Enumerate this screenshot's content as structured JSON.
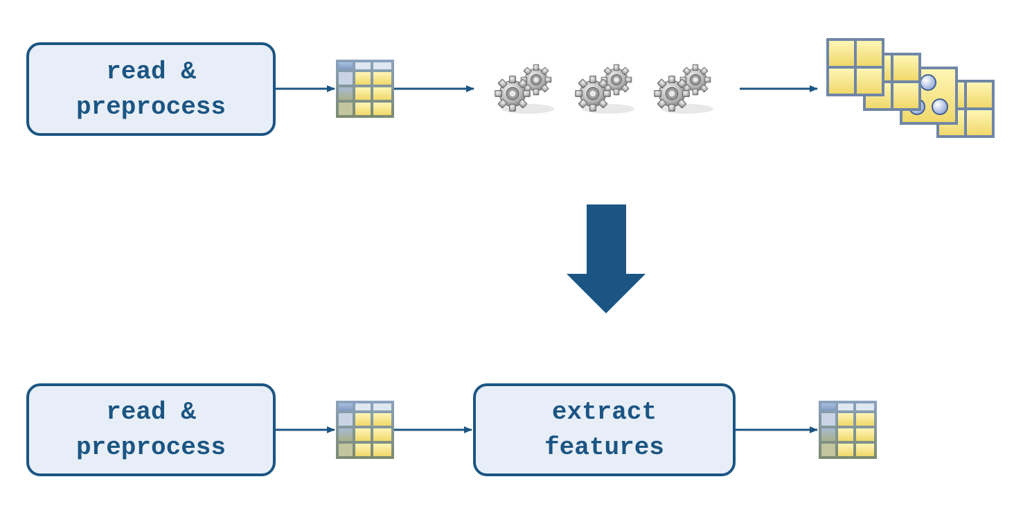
{
  "colors": {
    "primary": "#1b5583",
    "box_fill": "#e8eef7",
    "cell_yellow": "#f3e07a",
    "cell_header": "#8da7c8"
  },
  "top_flow": {
    "step1": {
      "line1": "read &",
      "line2": "preprocess"
    },
    "icons": [
      "table-icon",
      "gears-icon",
      "gears-icon",
      "gears-icon",
      "stacked-tables-icon"
    ]
  },
  "transition": {
    "icon": "down-arrow-icon"
  },
  "bottom_flow": {
    "step1": {
      "line1": "read &",
      "line2": "preprocess"
    },
    "step2": {
      "line1": "extract",
      "line2": "features"
    },
    "icons": [
      "table-icon",
      "table-icon"
    ]
  }
}
